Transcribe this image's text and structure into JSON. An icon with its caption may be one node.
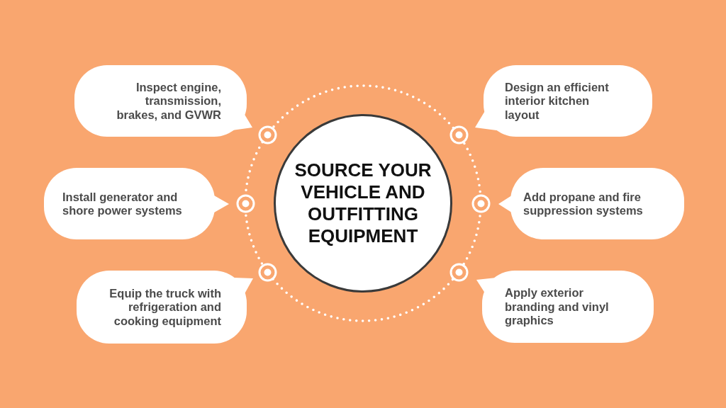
{
  "diagram": {
    "nodes": [
      {
        "text": [
          "SOURCE YOUR VEHICLE AND OUTFITTING EQUIPMENT"
        ]
      },
      {
        "text": [
          "Inspect engine, transmission, brakes, and GVWR"
        ]
      },
      {
        "text": [
          "Install generator and shore power systems"
        ]
      },
      {
        "text": [
          "Equip the truck with refrigeration and cooking equipment"
        ]
      },
      {
        "text": [
          "Design an efficient interior kitchen layout"
        ]
      },
      {
        "text": [
          "Add propane and fire suppression systems"
        ]
      },
      {
        "text": [
          "Apply exterior branding and vinyl graphics"
        ]
      }
    ]
  }
}
